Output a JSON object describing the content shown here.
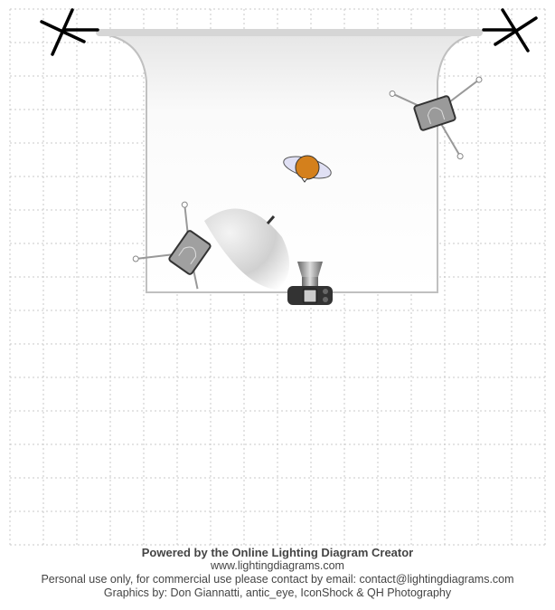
{
  "footer": {
    "powered_by": "Powered by the Online Lighting Diagram Creator",
    "website": "www.lightingdiagrams.com",
    "license": "Personal use only, for commercial use please contact by email: contact@lightingdiagrams.com",
    "credits": "Graphics by: Don Giannatti, antic_eye, IconShock & QH Photography"
  },
  "diagram": {
    "items": [
      "background-stand-left",
      "background-stand-right",
      "paper-backdrop",
      "strobe-right",
      "subject",
      "strobe-left",
      "umbrella",
      "camera"
    ],
    "colors": {
      "subject": "#d4801c",
      "grid": "#c8c8c8",
      "backdrop_edge": "#c0c0c0"
    }
  }
}
